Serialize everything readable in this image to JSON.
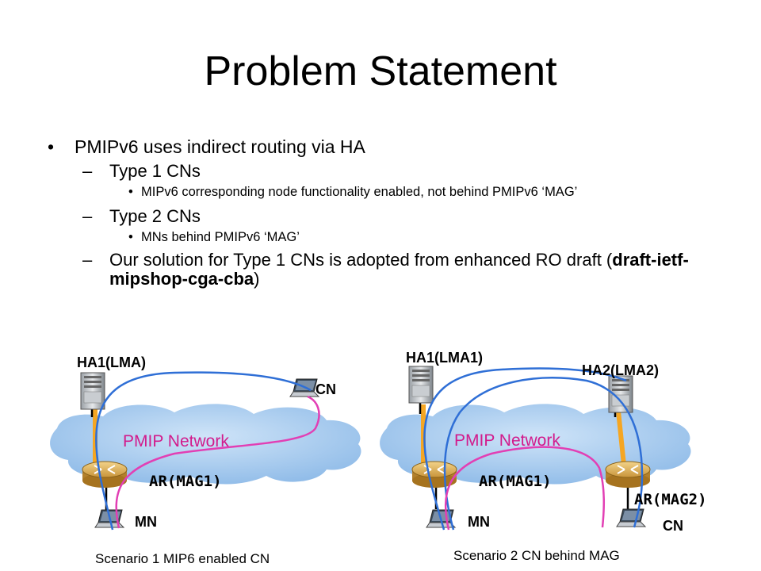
{
  "title": "Problem Statement",
  "bullets": {
    "b1": "PMIPv6 uses indirect routing via HA",
    "b1_1": "Type 1 CNs",
    "b1_1_1": "MIPv6 corresponding node functionality enabled, not behind PMIPv6 ‘MAG’",
    "b1_2": "Type 2 CNs",
    "b1_2_1": "MNs behind PMIPv6 ‘MAG’",
    "b1_3_a": "Our solution for Type 1 CNs is adopted from enhanced RO draft (",
    "b1_3_b": "draft-ietf-mipshop-cga-cba",
    "b1_3_c": ")"
  },
  "markers": {
    "bullet": "•",
    "dash": "–"
  },
  "scenario1": {
    "ha_label": "HA1(LMA)",
    "cn_label": "CN",
    "network_label": "PMIP Network",
    "ar_label": "AR(MAG1)",
    "mn_label": "MN",
    "caption": "Scenario 1 MIP6 enabled CN"
  },
  "scenario2": {
    "ha1_label": "HA1(LMA1)",
    "ha2_label": "HA2(LMA2)",
    "network_label": "PMIP Network",
    "ar1_label": "AR(MAG1)",
    "ar2_label": "AR(MAG2)",
    "mn_label": "MN",
    "cn_label": "CN",
    "caption": "Scenario 2 CN behind MAG"
  },
  "colors": {
    "cloud": "#a9cdf0",
    "network_text": "#d21b8c",
    "path_blue": "#2f6fd6",
    "path_pink": "#e23fb4",
    "link_orange": "#f5a623",
    "router": "#d9a94b"
  },
  "icons": [
    "server-icon",
    "laptop-icon",
    "router-icon",
    "cloud-shape"
  ]
}
